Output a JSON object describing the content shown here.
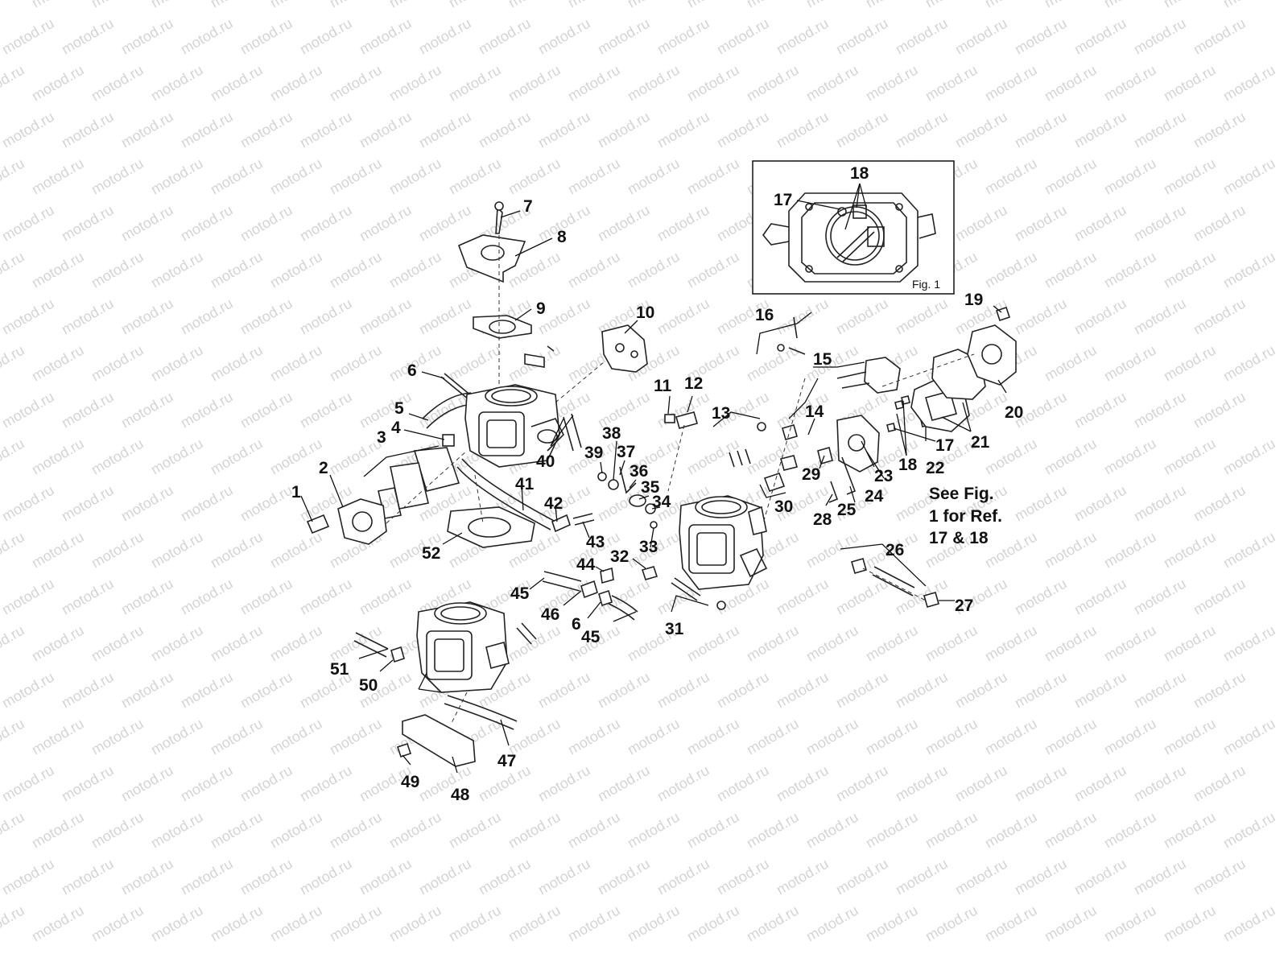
{
  "watermark": {
    "text": "motod.ru",
    "color": "#d4d4d4"
  },
  "inset": {
    "caption": "Fig. 1",
    "labels": [
      "17",
      "18"
    ]
  },
  "note": {
    "lines": [
      "See Fig.",
      "1 for Ref.",
      "17 & 18"
    ]
  },
  "callouts": {
    "n1": "1",
    "n2": "2",
    "n3": "3",
    "n4": "4",
    "n5": "5",
    "n6": "6",
    "n6b": "6",
    "n7": "7",
    "n8": "8",
    "n9": "9",
    "n10": "10",
    "n11": "11",
    "n12": "12",
    "n13": "13",
    "n14": "14",
    "n15": "15",
    "n16": "16",
    "n17": "17",
    "n18": "18",
    "n19": "19",
    "n20": "20",
    "n21": "21",
    "n22": "22",
    "n23": "23",
    "n24": "24",
    "n25": "25",
    "n26": "26",
    "n27": "27",
    "n28": "28",
    "n29": "29",
    "n30": "30",
    "n31": "31",
    "n32": "32",
    "n33": "33",
    "n34": "34",
    "n35": "35",
    "n36": "36",
    "n37": "37",
    "n38": "38",
    "n39": "39",
    "n40": "40",
    "n41": "41",
    "n42": "42",
    "n43": "43",
    "n44": "44",
    "n45": "45",
    "n45b": "45",
    "n46": "46",
    "n47": "47",
    "n48": "48",
    "n49": "49",
    "n50": "50",
    "n51": "51",
    "n52": "52"
  }
}
